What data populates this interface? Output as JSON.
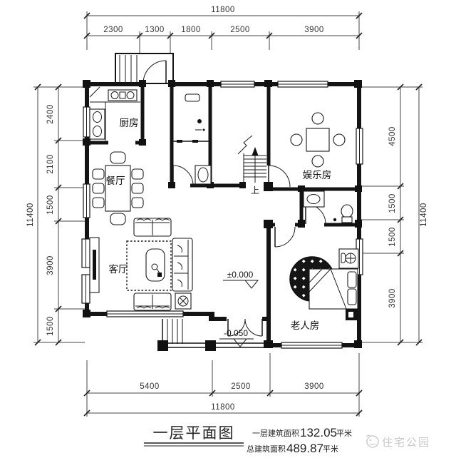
{
  "title": {
    "text": "一层平面图"
  },
  "area_notes": {
    "line1": {
      "label": "一层建筑面积",
      "value": "132.05",
      "unit": "平米"
    },
    "line2": {
      "label": "总建筑面积",
      "value": "489.87",
      "unit": "平米"
    }
  },
  "watermark": {
    "text": "住宅公园"
  },
  "rooms": {
    "kitchen": "厨房",
    "dining": "餐厅",
    "living": "客厅",
    "entertainment": "娱乐房",
    "elderly": "老人房"
  },
  "annotations": {
    "floor_level": "±0.000",
    "entrance_level": "-0.050",
    "stairs_up": "上"
  },
  "dimensions": {
    "top": {
      "overall": "11800",
      "segments": [
        "2300",
        "1300",
        "1800",
        "2500",
        "3900"
      ]
    },
    "bottom": {
      "overall": "11800",
      "segments": [
        "5400",
        "2500",
        "3900"
      ]
    },
    "left": {
      "overall": "11400",
      "segments": [
        "2400",
        "2100",
        "1500",
        "3900",
        "1500"
      ]
    },
    "right": {
      "overall": "11400",
      "segments": [
        "4500",
        "1500",
        "1500",
        "3900"
      ]
    }
  },
  "colors": {
    "line": "#141414",
    "dim_text": "#333333",
    "watermark": "#c9c9c9",
    "paper": "#ffffff"
  }
}
